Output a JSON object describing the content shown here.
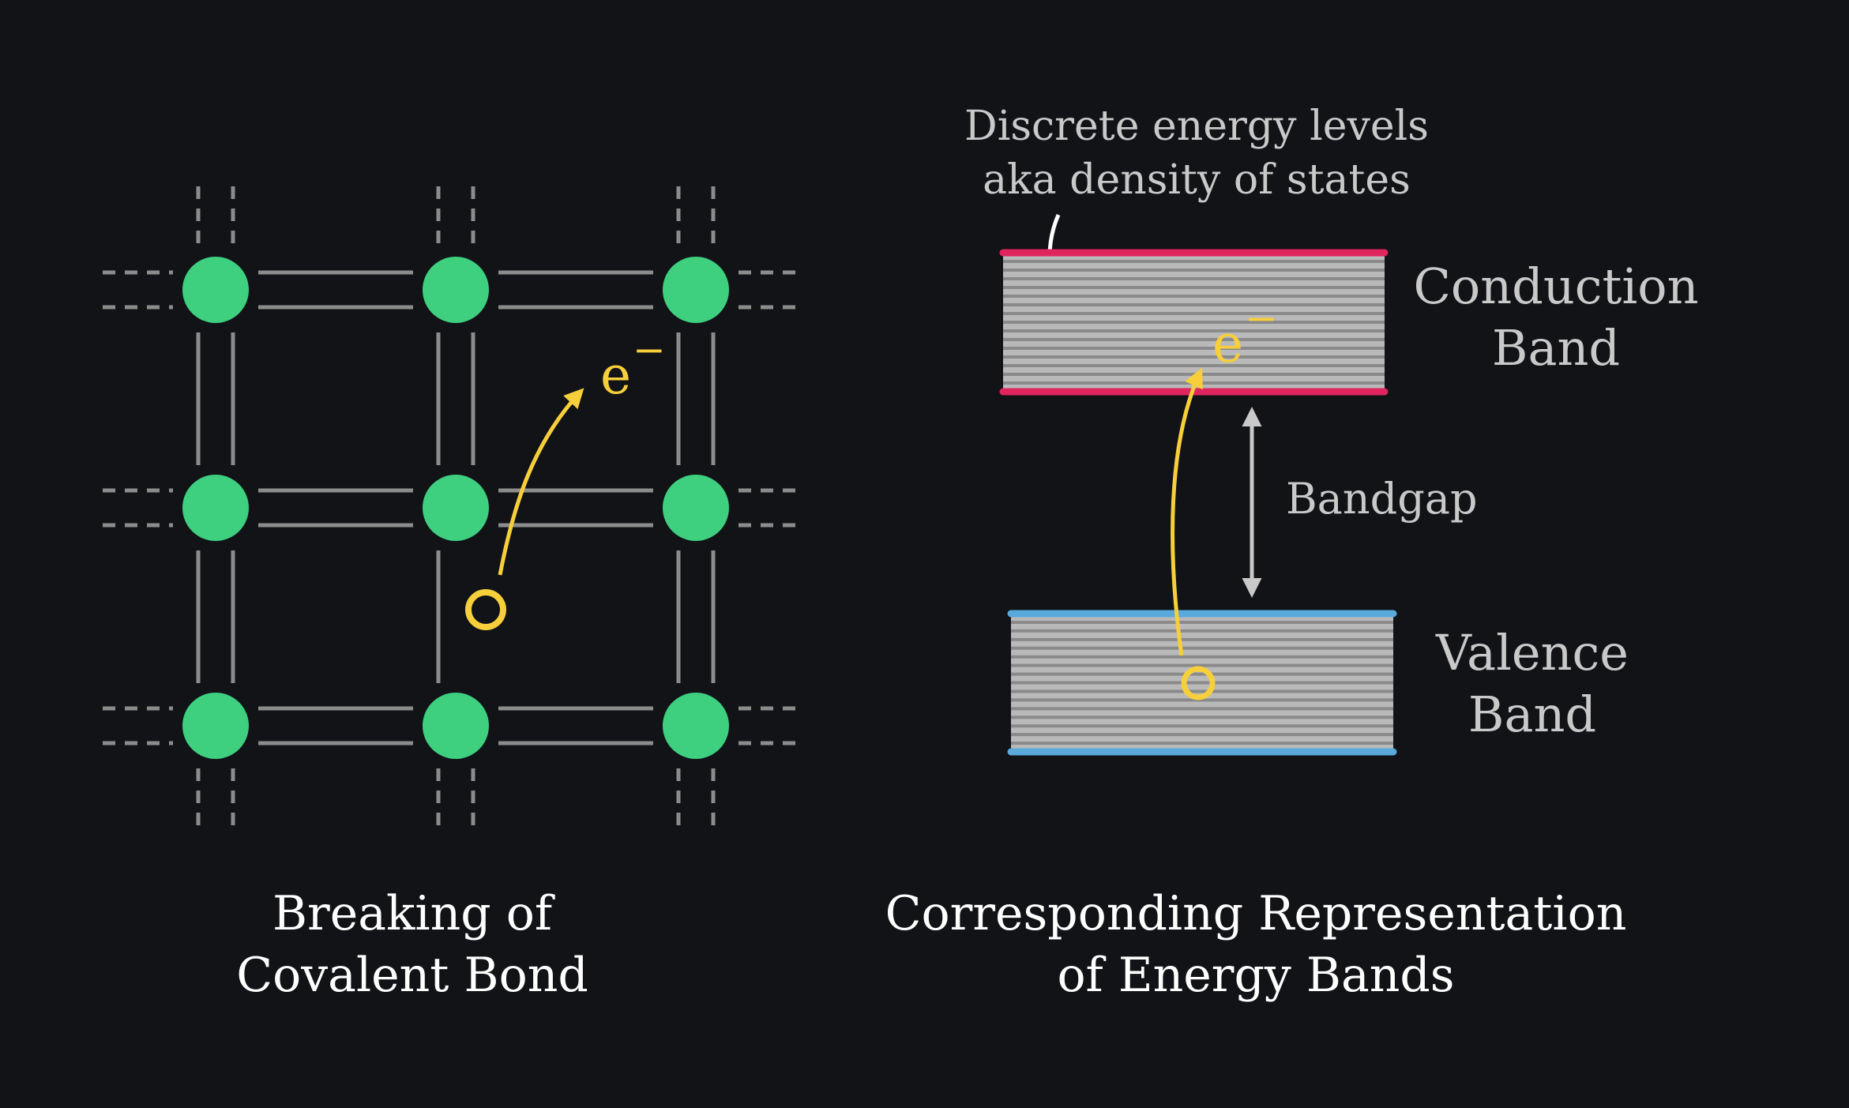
{
  "colors": {
    "background": "#111317",
    "atom": "#3ecf7f",
    "bond": "#8c8c8c",
    "electron": "#f7cf3b",
    "conduction_edge": "#e0245e",
    "valence_edge": "#5aa9db",
    "band_fill": "#b9b9b9",
    "band_line": "#8a8a8a",
    "label_gray": "#c9c9c9",
    "caption_white": "#ffffff"
  },
  "icons": {
    "electron_marker": "electron-e-symbol",
    "hole_marker": "hole-circle-icon",
    "excitation_arrow": "curved-arrow-icon",
    "bandgap_arrow": "double-headed-arrow-icon",
    "pointer_arrow": "pointer-arrow-icon"
  },
  "lattice": {
    "electron_label": "e",
    "electron_charge": "−",
    "caption_line1": "Breaking of",
    "caption_line2": "Covalent Bond"
  },
  "bands": {
    "annotation_line1": "Discrete energy levels",
    "annotation_line2": "aka density of states",
    "conduction_line1": "Conduction",
    "conduction_line2": "Band",
    "valence_line1": "Valence",
    "valence_line2": "Band",
    "bandgap_label": "Bandgap",
    "electron_label": "e",
    "electron_charge": "−",
    "caption_line1": "Corresponding Representation",
    "caption_line2": "of Energy Bands"
  }
}
